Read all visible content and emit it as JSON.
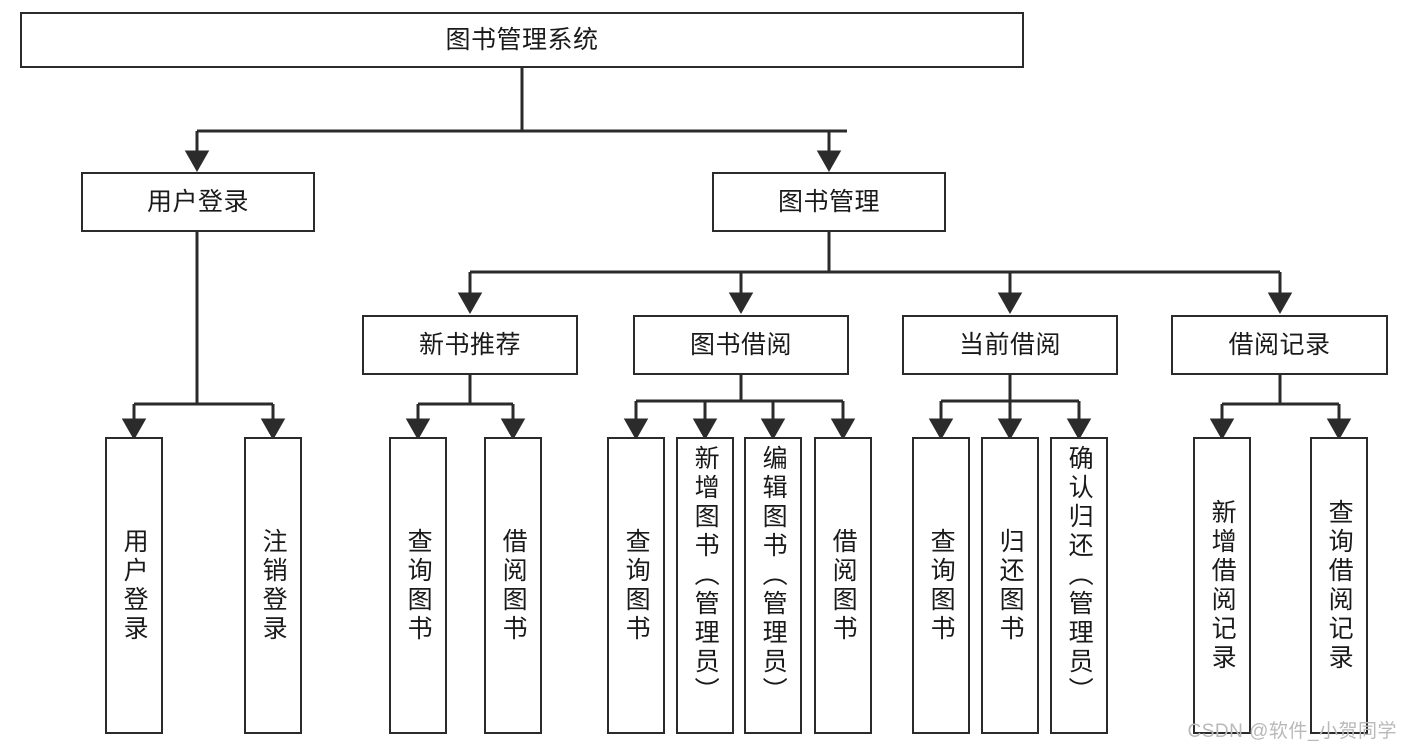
{
  "diagram": {
    "title": "图书管理系统",
    "type": "tree-hierarchy-chart",
    "watermark": "CSDN @软件_小贺同学",
    "colors": {
      "border": "#2b2b2b",
      "background": "#ffffff",
      "text": "#1a1a1a",
      "watermark": "#b9b9b9"
    },
    "nodes": {
      "root": {
        "label": "图书管理系统"
      },
      "level2": [
        {
          "id": "user-login",
          "label": "用户登录"
        },
        {
          "id": "book-manage",
          "label": "图书管理"
        }
      ],
      "level3": [
        {
          "id": "new-book-recommend",
          "label": "新书推荐"
        },
        {
          "id": "book-borrow",
          "label": "图书借阅"
        },
        {
          "id": "current-borrow",
          "label": "当前借阅"
        },
        {
          "id": "borrow-record",
          "label": "借阅记录"
        }
      ],
      "leaves": {
        "user_login": [
          {
            "id": "leaf-user-login",
            "label": "用户登录"
          },
          {
            "id": "leaf-logout-login",
            "label": "注销登录"
          }
        ],
        "new_book_recommend": [
          {
            "id": "leaf-query-book-1",
            "label": "查询图书"
          },
          {
            "id": "leaf-borrow-book-1",
            "label": "借阅图书"
          }
        ],
        "book_borrow": [
          {
            "id": "leaf-query-book-2",
            "label": "查询图书"
          },
          {
            "id": "leaf-add-book",
            "label": "新增图书（管理员）"
          },
          {
            "id": "leaf-edit-book",
            "label": "编辑图书（管理员）"
          },
          {
            "id": "leaf-borrow-book-2",
            "label": "借阅图书"
          }
        ],
        "current_borrow": [
          {
            "id": "leaf-query-book-3",
            "label": "查询图书"
          },
          {
            "id": "leaf-return-book",
            "label": "归还图书"
          },
          {
            "id": "leaf-confirm-return",
            "label": "确认归还（管理员）"
          }
        ],
        "borrow_record": [
          {
            "id": "leaf-add-borrow-record",
            "label": "新增借阅记录"
          },
          {
            "id": "leaf-query-borrow-record",
            "label": "查询借阅记录"
          }
        ]
      }
    }
  }
}
